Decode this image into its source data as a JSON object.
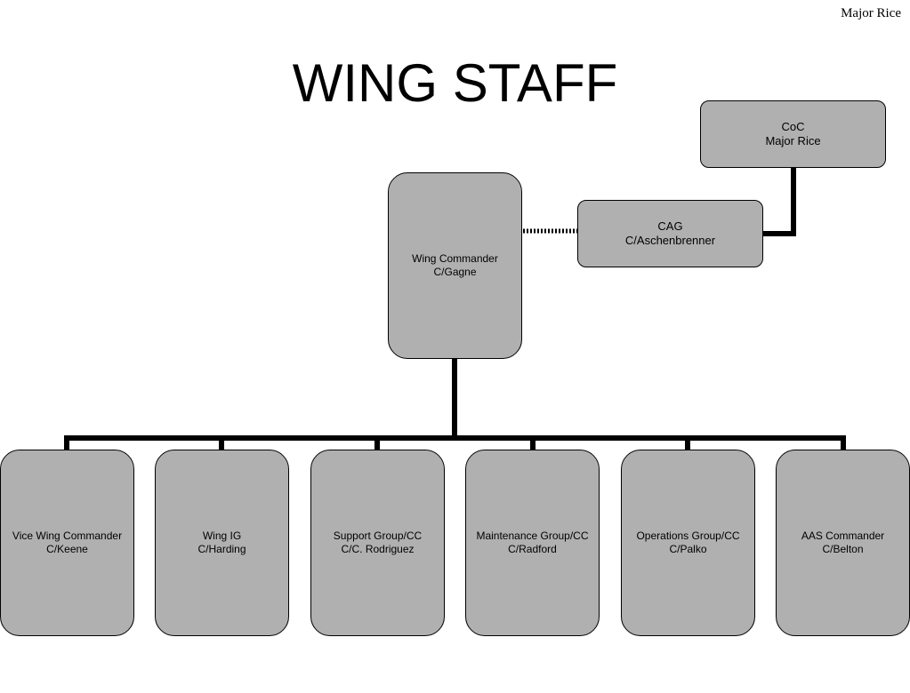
{
  "author": "Major Rice",
  "title": "WING STAFF",
  "nodes": {
    "coc": {
      "role": "CoC",
      "name": "Major Rice"
    },
    "cag": {
      "role": "CAG",
      "name": "C/Aschenbrenner"
    },
    "wing_commander": {
      "role": "Wing Commander",
      "name": "C/Gagne"
    },
    "vice_wing_commander": {
      "role": "Vice Wing Commander",
      "name": "C/Keene"
    },
    "wing_ig": {
      "role": "Wing IG",
      "name": "C/Harding"
    },
    "support_group": {
      "role": "Support Group/CC",
      "name": "C/C. Rodriguez"
    },
    "maintenance_group": {
      "role": "Maintenance Group/CC",
      "name": "C/Radford"
    },
    "operations_group": {
      "role": "Operations Group/CC",
      "name": "C/Palko"
    },
    "aas_commander": {
      "role": "AAS Commander",
      "name": "C/Belton"
    }
  },
  "colors": {
    "box_fill": "#b0b0b0",
    "line": "#000000"
  }
}
